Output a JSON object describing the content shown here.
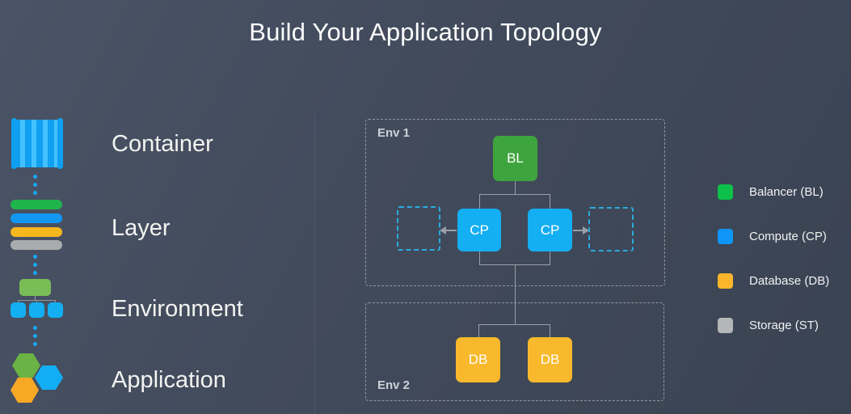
{
  "title": "Build Your Application Topology",
  "sidebar": {
    "items": [
      {
        "label": "Container",
        "icon": "container-icon"
      },
      {
        "label": "Layer",
        "icon": "layer-icon"
      },
      {
        "label": "Environment",
        "icon": "environment-icon"
      },
      {
        "label": "Application",
        "icon": "application-icon"
      }
    ]
  },
  "diagram": {
    "environments": [
      {
        "label": "Env 1"
      },
      {
        "label": "Env 2"
      }
    ],
    "nodes": {
      "balancer": {
        "label": "BL",
        "color": "#3ea43e"
      },
      "compute_left": {
        "label": "CP",
        "color": "#14aef2"
      },
      "compute_right": {
        "label": "CP",
        "color": "#14aef2"
      },
      "db_left": {
        "label": "DB",
        "color": "#f9b92c"
      },
      "db_right": {
        "label": "DB",
        "color": "#f9b92c"
      }
    },
    "placeholder_border_color": "#2baae0",
    "connector_color": "#99a0a8"
  },
  "legend": {
    "items": [
      {
        "label": "Balancer (BL)",
        "color": "#0cc04a"
      },
      {
        "label": "Compute (CP)",
        "color": "#0f95f5"
      },
      {
        "label": "Database (DB)",
        "color": "#fcb62b"
      },
      {
        "label": "Storage (ST)",
        "color": "#b5b6b8"
      }
    ]
  },
  "icon_colors": {
    "container_blue": "#0fa0f2",
    "container_stripe": "#45c1ff",
    "layer_green": "#1fb44c",
    "layer_blue": "#1297f2",
    "layer_yellow": "#f6b71e",
    "layer_gray": "#a9abae",
    "environment_green": "#79bd57",
    "environment_blue": "#14aef2",
    "hex_green": "#6ab344",
    "hex_blue": "#12aef5",
    "hex_yellow": "#f9a825",
    "dot_blue": "#19a7f5"
  },
  "background": "#424b5c"
}
